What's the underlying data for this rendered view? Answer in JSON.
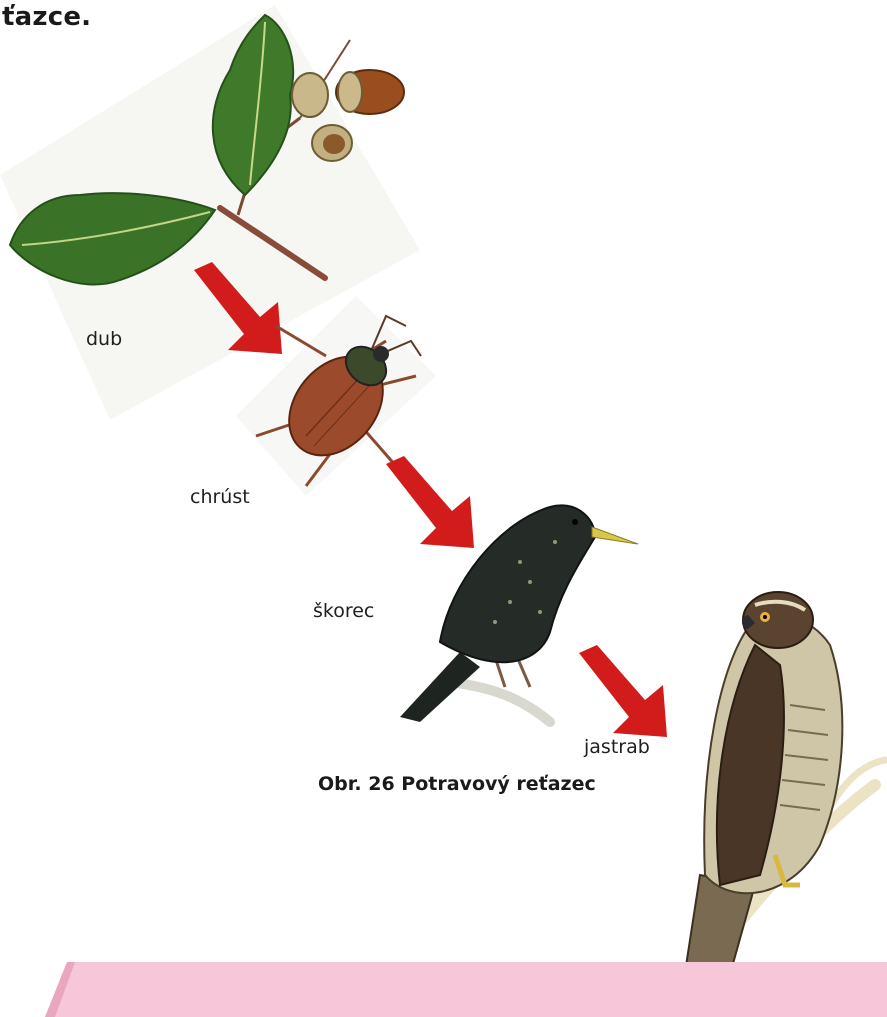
{
  "heading_fragment": "ťazce.",
  "organisms": [
    {
      "key": "oak",
      "label": "dub",
      "icon": "oak-branch-illustration"
    },
    {
      "key": "beetle",
      "label": "chrúst",
      "icon": "cockchafer-beetle-illustration"
    },
    {
      "key": "starling",
      "label": "škorec",
      "icon": "starling-bird-illustration"
    },
    {
      "key": "hawk",
      "label": "jastrab",
      "icon": "hawk-bird-illustration"
    }
  ],
  "caption": "Obr. 26 Potravový reťazec",
  "colors": {
    "arrow": "#d21c1c",
    "pink_band": "#f6c6d9",
    "pink_band_edge": "#e9a6bf"
  }
}
